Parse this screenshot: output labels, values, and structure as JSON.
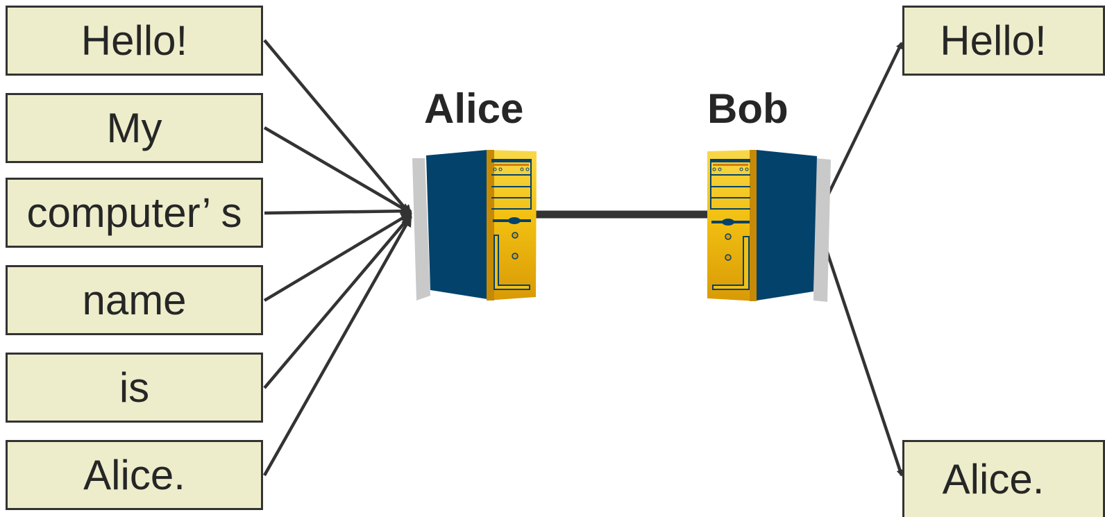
{
  "sender": {
    "name": "Alice",
    "words": [
      "Hello!",
      "My",
      "computer’ s",
      "name",
      "is",
      "Alice."
    ]
  },
  "receiver": {
    "name": "Bob",
    "words": [
      "Hello!",
      "Alice."
    ]
  },
  "colors": {
    "box_fill": "#ededcb",
    "line": "#333333",
    "server_blue": "#02426b",
    "server_gold": "#f2b705",
    "shadow": "#c9c9c9"
  },
  "icons": {
    "sender_host": "server-tower-icon",
    "receiver_host": "server-tower-icon"
  }
}
